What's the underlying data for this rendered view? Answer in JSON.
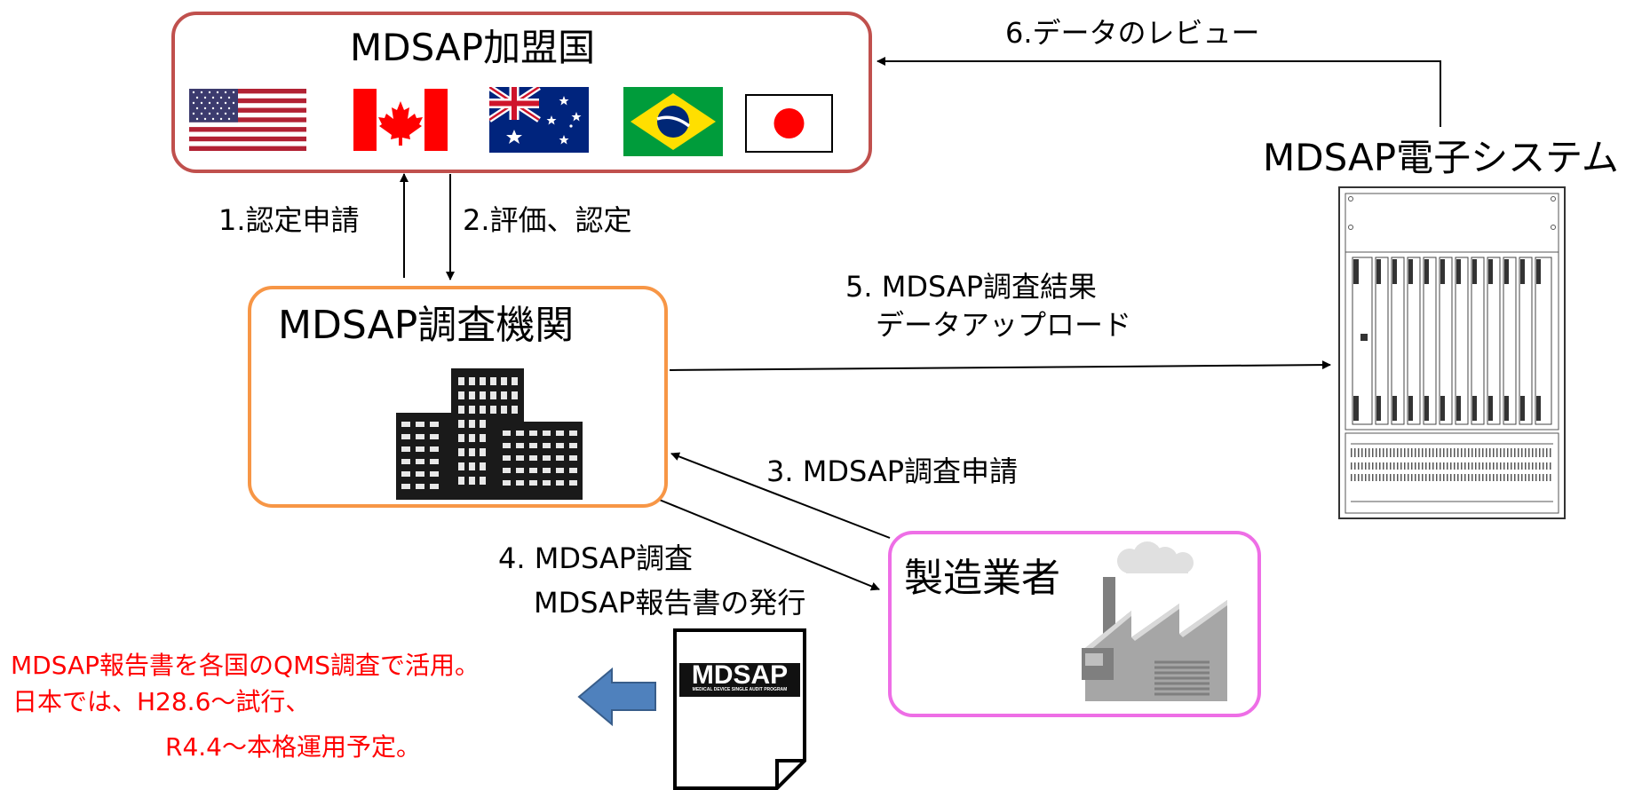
{
  "member_states": {
    "title": "MDSAP加盟国",
    "flags": [
      {
        "country": "United States",
        "icon": "us-flag-icon"
      },
      {
        "country": "Canada",
        "icon": "canada-flag-icon"
      },
      {
        "country": "Australia",
        "icon": "australia-flag-icon"
      },
      {
        "country": "Brazil",
        "icon": "brazil-flag-icon"
      },
      {
        "country": "Japan",
        "icon": "japan-flag-icon"
      }
    ]
  },
  "auditing_org": {
    "title": "MDSAP調査機関",
    "icon": "office-buildings-icon"
  },
  "manufacturer": {
    "title": "製造業者",
    "icon": "factory-icon"
  },
  "e_system": {
    "title": "MDSAP電子システム",
    "icon": "server-rack-icon"
  },
  "report_doc": {
    "logo_text": "MDSAP",
    "logo_subtext": "MEDICAL DEVICE SINGLE AUDIT PROGRAM",
    "icon": "document-icon"
  },
  "steps": {
    "s1": "1.認定申請",
    "s2": "2.評価、認定",
    "s3": "3. MDSAP調査申請",
    "s4_line1": "4. MDSAP調査",
    "s4_line2": "MDSAP報告書の発行",
    "s5_line1": "5. MDSAP調査結果",
    "s5_line2": "データアップロード",
    "s6": "6.データのレビュー"
  },
  "note": {
    "line1": "MDSAP報告書を各国のQMS調査で活用。",
    "line2": "日本では、H28.6～試行、",
    "line3": "R4.4～本格運用予定。",
    "color": "#ff0000",
    "arrow_color": "#4f81bd"
  },
  "colors": {
    "member_border": "#c0504d",
    "org_border": "#f79646",
    "manufacturer_border": "#ee6ee6"
  }
}
